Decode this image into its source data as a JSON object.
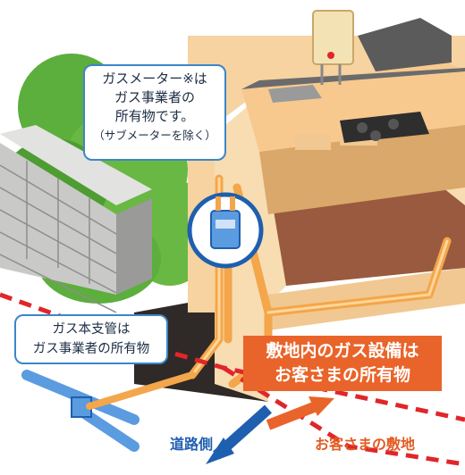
{
  "meter_callout": {
    "line1": "ガスメーター※は",
    "line2": "ガス事業者の",
    "line3": "所有物です。",
    "note": "（サブメーターを除く）"
  },
  "main_pipe_callout": {
    "line1": "ガス本支管は",
    "line2": "ガス事業者の所有物"
  },
  "owner_box": {
    "line1": "敷地内のガス設備は",
    "line2": "お客さまの所有物"
  },
  "labels": {
    "road_side": "道路側",
    "customer_premises": "お客さまの敷地"
  },
  "colors": {
    "pipe_orange": "#f4a64a",
    "pipe_blue": "#5b9be0",
    "boundary_red": "#e0262b",
    "owner_orange": "#e9642a",
    "callout_blue": "#3b86c9",
    "road_blue": "#1f5fb0"
  }
}
